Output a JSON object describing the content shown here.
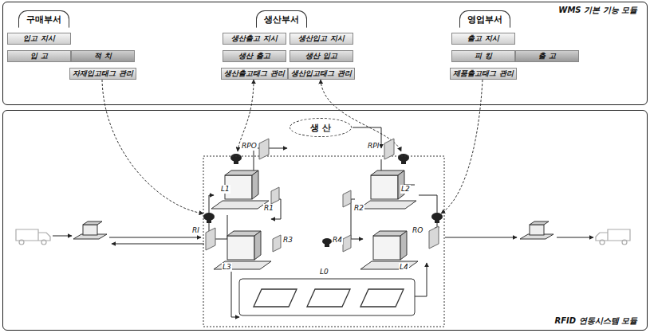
{
  "diagram": {
    "nodes": [
      {
        "text": [
          "WMS 기본 기능 모듈"
        ]
      },
      {
        "text": [
          "구매부서"
        ],
        "in": 0
      },
      {
        "text": [
          "입고 지시"
        ],
        "in": 0
      },
      {
        "text": [
          "입 고"
        ],
        "in": 0
      },
      {
        "text": [
          "적 치"
        ],
        "in": 0
      },
      {
        "text": [
          "자재입고태그 관리"
        ],
        "in": 0
      },
      {
        "text": [
          "생산부서"
        ],
        "in": 0
      },
      {
        "text": [
          "생산출고 지시"
        ],
        "in": 0
      },
      {
        "text": [
          "생산 출고"
        ],
        "in": 0
      },
      {
        "text": [
          "생산출고태그 관리"
        ],
        "in": 0
      },
      {
        "text": [
          "생산입고 지시"
        ],
        "in": 0
      },
      {
        "text": [
          "생산 입고"
        ],
        "in": 0
      },
      {
        "text": [
          "생산입고태그 관리"
        ],
        "in": 0
      },
      {
        "text": [
          "영업부서"
        ],
        "in": 0
      },
      {
        "text": [
          "출고 지시"
        ],
        "in": 0
      },
      {
        "text": [
          "피 킹"
        ],
        "in": 0
      },
      {
        "text": [
          "출 고"
        ],
        "in": 0
      },
      {
        "text": [
          "제품출고태그 관리"
        ],
        "in": 0
      },
      {
        "text": [
          "RFID 연동시스템 모듈"
        ]
      },
      {
        "text": [
          "생 산"
        ],
        "in": 18
      }
    ],
    "labels": [
      "RPO",
      "RPI",
      "RI",
      "RO",
      "L1",
      "R1",
      "R2",
      "L2",
      "R3",
      "L3",
      "R4",
      "L4",
      "L0"
    ]
  }
}
